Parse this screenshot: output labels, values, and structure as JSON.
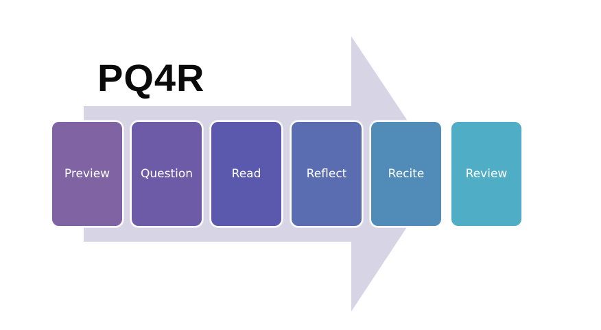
{
  "title": "PQ4R",
  "steps": [
    {
      "label": "Preview",
      "color": "#7f63a3"
    },
    {
      "label": "Question",
      "color": "#6e5ba8"
    },
    {
      "label": "Read",
      "color": "#5b59ad"
    },
    {
      "label": "Reflect",
      "color": "#5a6db1"
    },
    {
      "label": "Recite",
      "color": "#518cb9"
    },
    {
      "label": "Review",
      "color": "#4faec6"
    }
  ],
  "arrow_color": "#d7d5e5"
}
